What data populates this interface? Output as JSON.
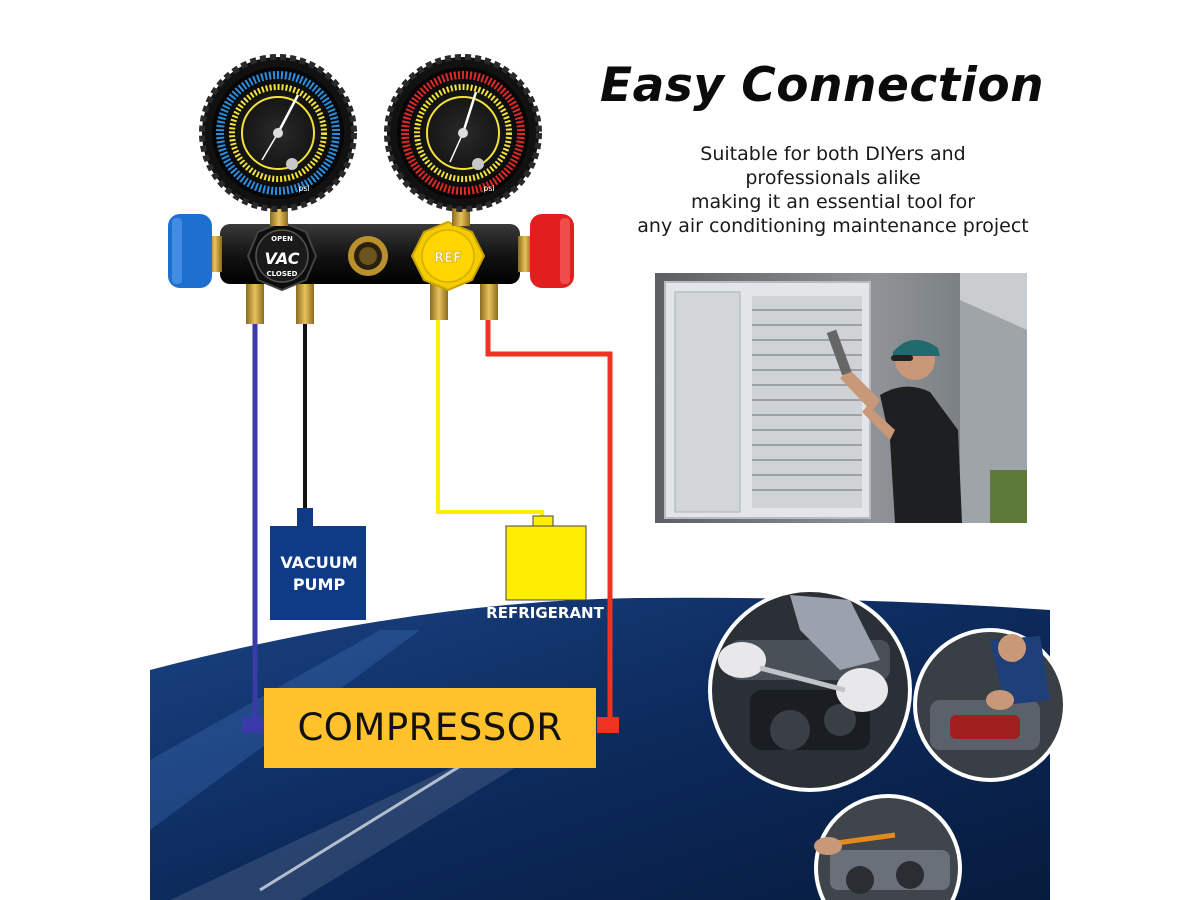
{
  "headline": "Easy Connection",
  "description_lines": [
    "Suitable for both DIYers and",
    "professionals alike",
    "making it an essential tool for",
    "any air conditioning maintenance project"
  ],
  "labels": {
    "vacuum_pump_line1": "VACUUM",
    "vacuum_pump_line2": "PUMP",
    "refrigerant": "REFRIGERANT",
    "compressor": "COMPRESSOR"
  },
  "knobs": {
    "vac_top": "OPEN",
    "vac_main": "VAC",
    "vac_bottom": "CLOSED",
    "ref_main": "REF"
  },
  "gauge_units": {
    "low": "psi",
    "high": "psi"
  },
  "colors": {
    "low_side": "#1e6fd0",
    "high_side": "#e11f1f",
    "vacuum_hose": "#111111",
    "refrigerant_hose": "#ffee00",
    "low_hose": "#3a3aa8",
    "high_hose": "#ee3322",
    "vacuum_pump": "#0f3a85",
    "refrigerant_tank": "#ffee00",
    "compressor": "#ffc22a",
    "background_band": "#0c2a5c"
  },
  "icons": [
    "low-pressure-gauge-icon",
    "high-pressure-gauge-icon",
    "vac-knob-icon",
    "ref-knob-icon",
    "sight-glass-icon"
  ]
}
